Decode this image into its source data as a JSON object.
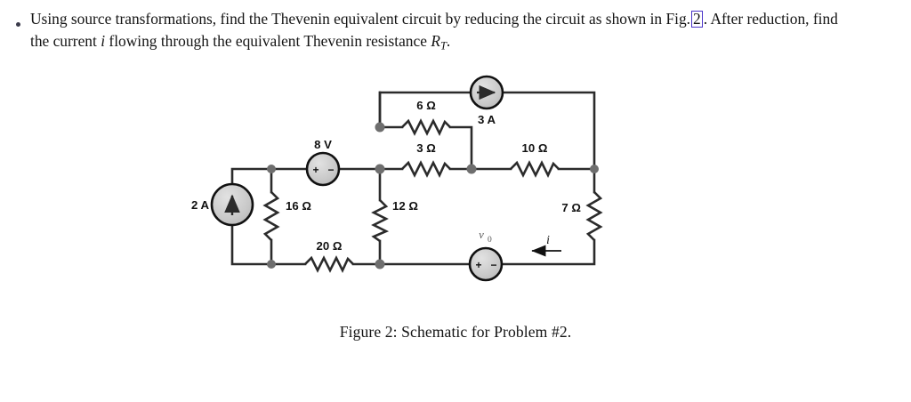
{
  "problem": {
    "bullet_marker": "•",
    "text_part1": "Using source transformations, find the Thevenin equivalent circuit by reducing the circuit as shown in Fig.",
    "figure_ref": "2",
    "text_part2": ". After reduction, find the current",
    "current_symbol": "i",
    "text_part3": "flowing through the equivalent Thevenin resistance",
    "resistance_symbol": "R",
    "resistance_subscript": "T",
    "text_part4": "."
  },
  "figure": {
    "caption": "Figure 2: Schematic for Problem #2."
  },
  "circuit": {
    "title": "Schematic for Problem #2",
    "colors": {
      "wire": "#2b2b2b",
      "node": "#6e6e6e",
      "source_fill": "#c9c9c9",
      "source_stroke": "#111111",
      "label": "#111111",
      "vo_label": "#555555",
      "background": "#ffffff"
    },
    "sources": [
      {
        "id": "current-source-2a",
        "type": "current",
        "label": "2 A",
        "direction": "up",
        "label_position": "left"
      },
      {
        "id": "voltage-source-8v",
        "type": "voltage",
        "label": "8 V",
        "polarity": "+ −",
        "orientation": "horizontal",
        "label_position": "above"
      },
      {
        "id": "current-source-3a",
        "type": "current",
        "label": "3 A",
        "direction": "right",
        "label_position": "below"
      },
      {
        "id": "voltage-source-vo",
        "type": "voltage",
        "label": "v",
        "label_subscript": "0",
        "polarity": "+ −",
        "orientation": "horizontal",
        "label_position": "above"
      }
    ],
    "resistors": [
      {
        "id": "resistor-16",
        "label": "16 Ω",
        "orientation": "vertical",
        "label_position": "right"
      },
      {
        "id": "resistor-20",
        "label": "20 Ω",
        "orientation": "horizontal",
        "label_position": "above"
      },
      {
        "id": "resistor-12",
        "label": "12 Ω",
        "orientation": "vertical",
        "label_position": "right"
      },
      {
        "id": "resistor-6",
        "label": "6 Ω",
        "orientation": "horizontal",
        "label_position": "above"
      },
      {
        "id": "resistor-3",
        "label": "3 Ω",
        "orientation": "horizontal",
        "label_position": "above"
      },
      {
        "id": "resistor-10",
        "label": "10 Ω",
        "orientation": "horizontal",
        "label_position": "above"
      },
      {
        "id": "resistor-7",
        "label": "7 Ω",
        "orientation": "vertical",
        "label_position": "left"
      }
    ],
    "annotations": [
      {
        "id": "current-arrow-i",
        "label": "i",
        "direction": "left",
        "description": "current through 7 ohm branch"
      }
    ]
  }
}
